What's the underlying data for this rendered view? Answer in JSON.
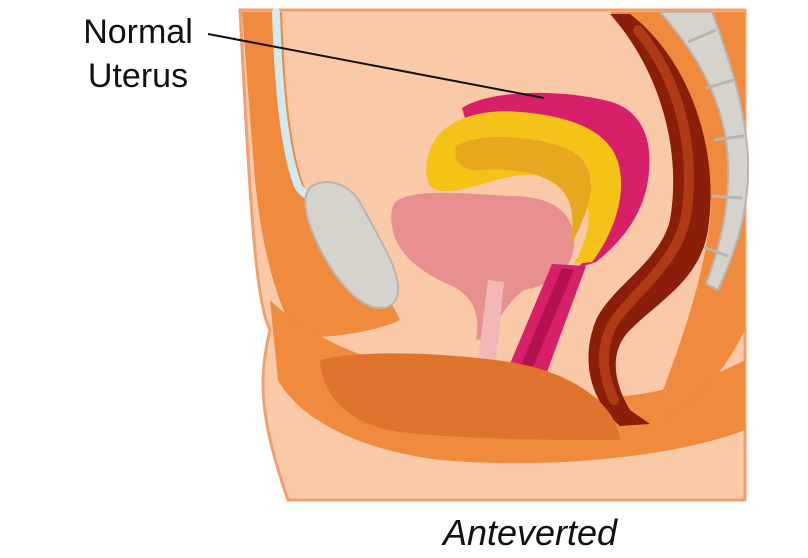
{
  "callout": {
    "line1": "Normal",
    "line2": "Uterus"
  },
  "caption": "Anteverted",
  "colors": {
    "outline": "#f0a070",
    "tissue": "#f9c9a8",
    "outer_orange": "#f08a3c",
    "deep_orange": "#e26a1c",
    "uterus_magenta": "#d81f6a",
    "uterus_yellow": "#f5c218",
    "uterus_gold": "#e7a820",
    "bladder": "#e89090",
    "bone": "#d6d2cc",
    "rectum_dark": "#8a1e08",
    "rectum_red": "#a83010",
    "ureter": "#cfeaf0"
  }
}
